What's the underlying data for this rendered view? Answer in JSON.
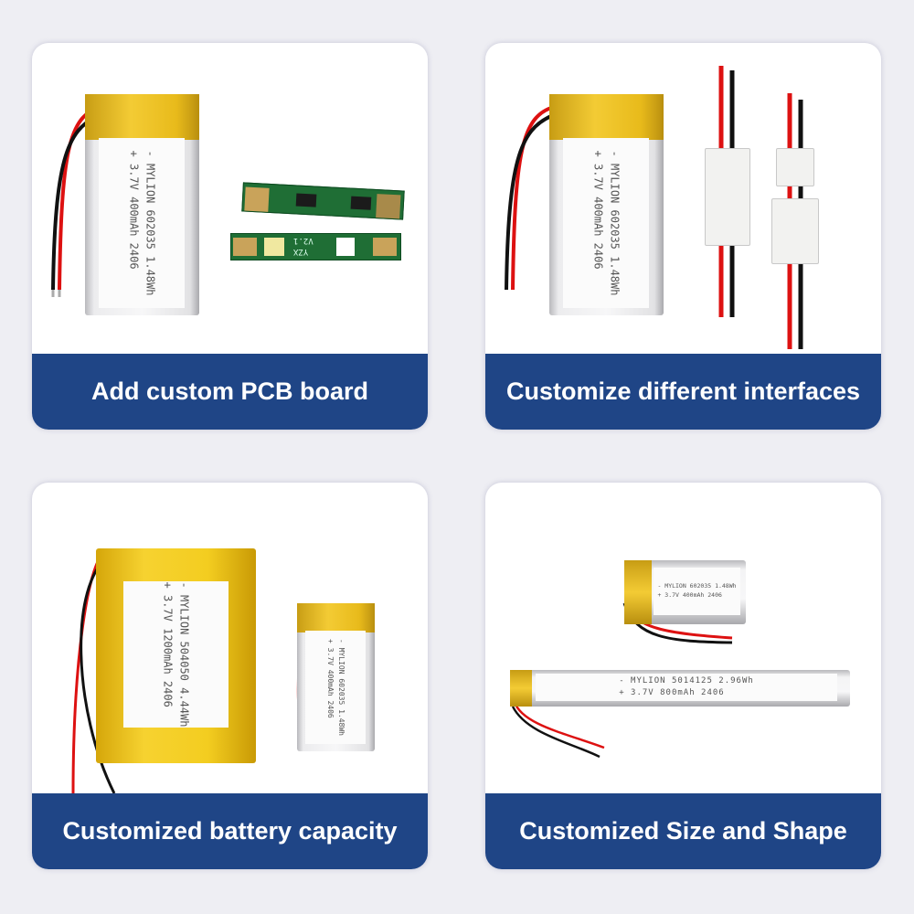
{
  "cards": [
    {
      "title": "Add custom PCB board",
      "battery": {
        "line1": "- MYLION 602035 1.48Wh",
        "line2": "+ 3.7V 400mAh 2406"
      },
      "pcb": {
        "version": "V2.1",
        "maker": "YZX"
      }
    },
    {
      "title": "Customize different interfaces",
      "battery": {
        "line1": "- MYLION 602035 1.48Wh",
        "line2": "+ 3.7V 400mAh 2406"
      }
    },
    {
      "title": "Customized battery capacity",
      "battery_large": {
        "line1": "- MYLION 504050 4.44Wh",
        "line2": "+ 3.7V 1200mAh 2406"
      },
      "battery_small": {
        "line1": "- MYLION 602035 1.48Wh",
        "line2": "+ 3.7V 400mAh 2406"
      }
    },
    {
      "title": "Customized Size and Shape",
      "battery_small": {
        "line1": "- MYLION 602035 1.48Wh",
        "line2": "+ 3.7V 400mAh 2406"
      },
      "battery_long": {
        "line1": "- MYLION 5014125 2.96Wh",
        "line2": "+ 3.7V 800mAh 2406"
      }
    }
  ],
  "colors": {
    "banner": "#1f4586",
    "background": "#eeeef3"
  }
}
